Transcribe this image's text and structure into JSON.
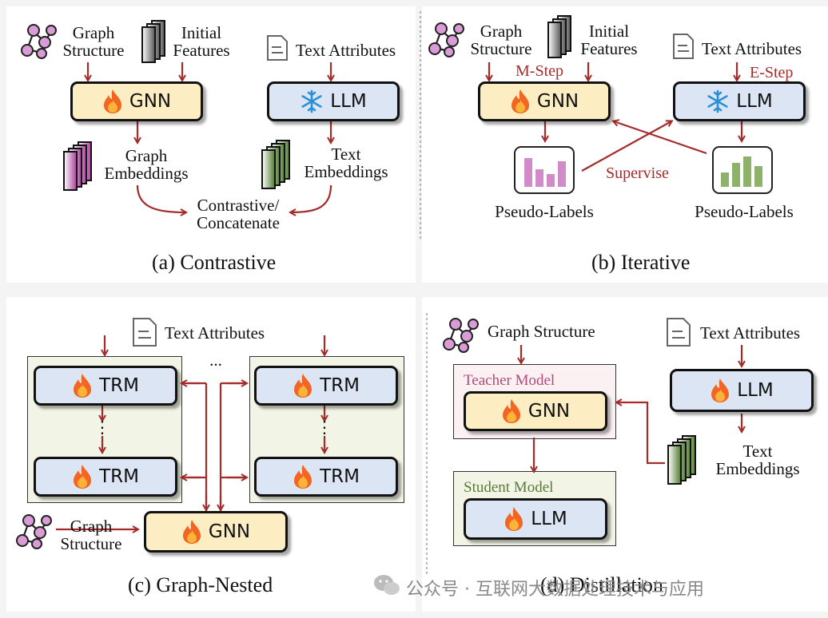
{
  "panels": {
    "a": {
      "caption": "(a) Contrastive",
      "graph_structure": [
        "Graph",
        "Structure"
      ],
      "initial_features": [
        "Initial",
        "Features"
      ],
      "text_attributes": "Text Attributes",
      "gnn": "GNN",
      "llm": "LLM",
      "graph_embeddings": [
        "Graph",
        "Embeddings"
      ],
      "text_embeddings": [
        "Text",
        "Embeddings"
      ],
      "contrastive": [
        "Contrastive/",
        "Concatenate"
      ]
    },
    "b": {
      "caption": "(b) Iterative",
      "graph_structure": [
        "Graph",
        "Structure"
      ],
      "initial_features": [
        "Initial",
        "Features"
      ],
      "text_attributes": "Text Attributes",
      "m_step": "M-Step",
      "e_step": "E-Step",
      "gnn": "GNN",
      "llm": "LLM",
      "supervise": "Supervise",
      "pseudo_labels_left": "Pseudo-Labels",
      "pseudo_labels_right": "Pseudo-Labels"
    },
    "c": {
      "caption": "(c) Graph-Nested",
      "text_attributes": "Text Attributes",
      "trm": "TRM",
      "ellipsis": "...",
      "vdots": "⋮",
      "gnn": "GNN",
      "graph_structure": [
        "Graph",
        "Structure"
      ]
    },
    "d": {
      "caption": "(d) Distillation",
      "graph_structure": "Graph Structure",
      "text_attributes": "Text Attributes",
      "teacher_model": "Teacher Model",
      "student_model": "Student Model",
      "gnn": "GNN",
      "llm_teacher_side": "LLM",
      "llm_student": "LLM",
      "text_embeddings": [
        "Text",
        "Embeddings"
      ]
    }
  },
  "watermark": "公众号 · 互联网大数据处理技术与应用",
  "colors": {
    "arrow": "#a52a2a",
    "gnn_fill": "#fdedc3",
    "llm_fill": "#dce5f4",
    "region_green": "#f2f5e6",
    "region_pink": "#fbf1f3",
    "graph_node": "#d99cd6",
    "embed_pink": "#c070b5",
    "embed_green": "#6f8f4a"
  }
}
